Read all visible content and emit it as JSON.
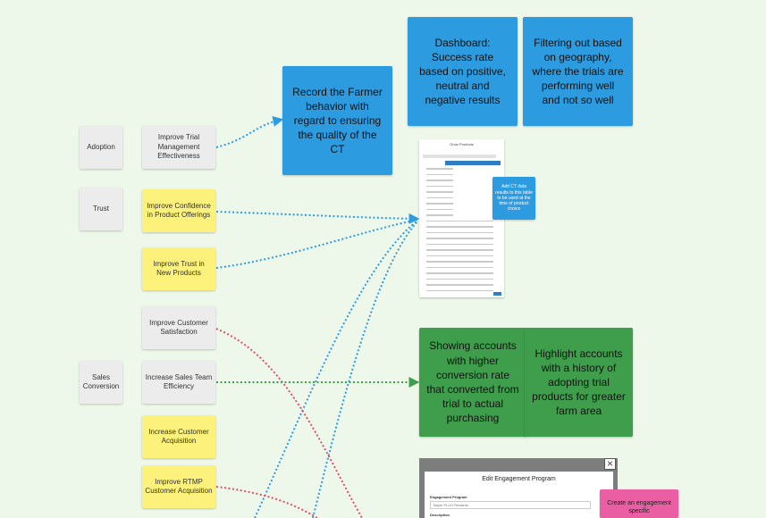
{
  "categories": {
    "adoption": "Adoption",
    "trust": "Trust",
    "sales_conversion": "Sales\nConversion"
  },
  "goals": {
    "trial_mgmt": "Improve Trial Management Effectiveness",
    "confidence": "Improve Confidence in Product Offerings",
    "trust_new": "Improve Trust in New Products",
    "customer_satisfaction": "Improve Customer Satisfaction",
    "sales_efficiency": "Increase Sales Team Efficiency",
    "customer_acquisition": "Increase Customer Acquisition",
    "rtmp": "Improve RTMP Customer Acquisition"
  },
  "notes": {
    "record_behavior": "Record the Farmer behavior with regard to ensuring the quality of the CT",
    "dashboard": "Dashboard: Success rate based on positive, neutral and negative results",
    "filtering": "Filtering out based on geography, where the trials are performing well and not so well",
    "ct_data": "Add CT data results to this table to be used at the time of product choice",
    "showing_accounts": "Showing accounts with higher conversion rate that converted from trial to actual purchasing",
    "highlight_accounts": "Highlight accounts with a history of adopting trial products for greater farm area",
    "create_engagement": "Create an engagement specific"
  },
  "screens": {
    "grow_products_title": "Grow Products",
    "edit_engagement": {
      "title": "Edit Engagement Program",
      "program_label": "Engagement Program",
      "program_value": "Bayer PLUS Rewards",
      "description_label": "Description"
    }
  },
  "colors": {
    "background": "#eef8ea",
    "blue": "#2d9be0",
    "green": "#3f9e4c",
    "red": "#e0506a",
    "yellow": "#fcf17a",
    "grey": "#ececec",
    "pink": "#ea5ea4"
  },
  "icons": {
    "close": "close-icon"
  }
}
